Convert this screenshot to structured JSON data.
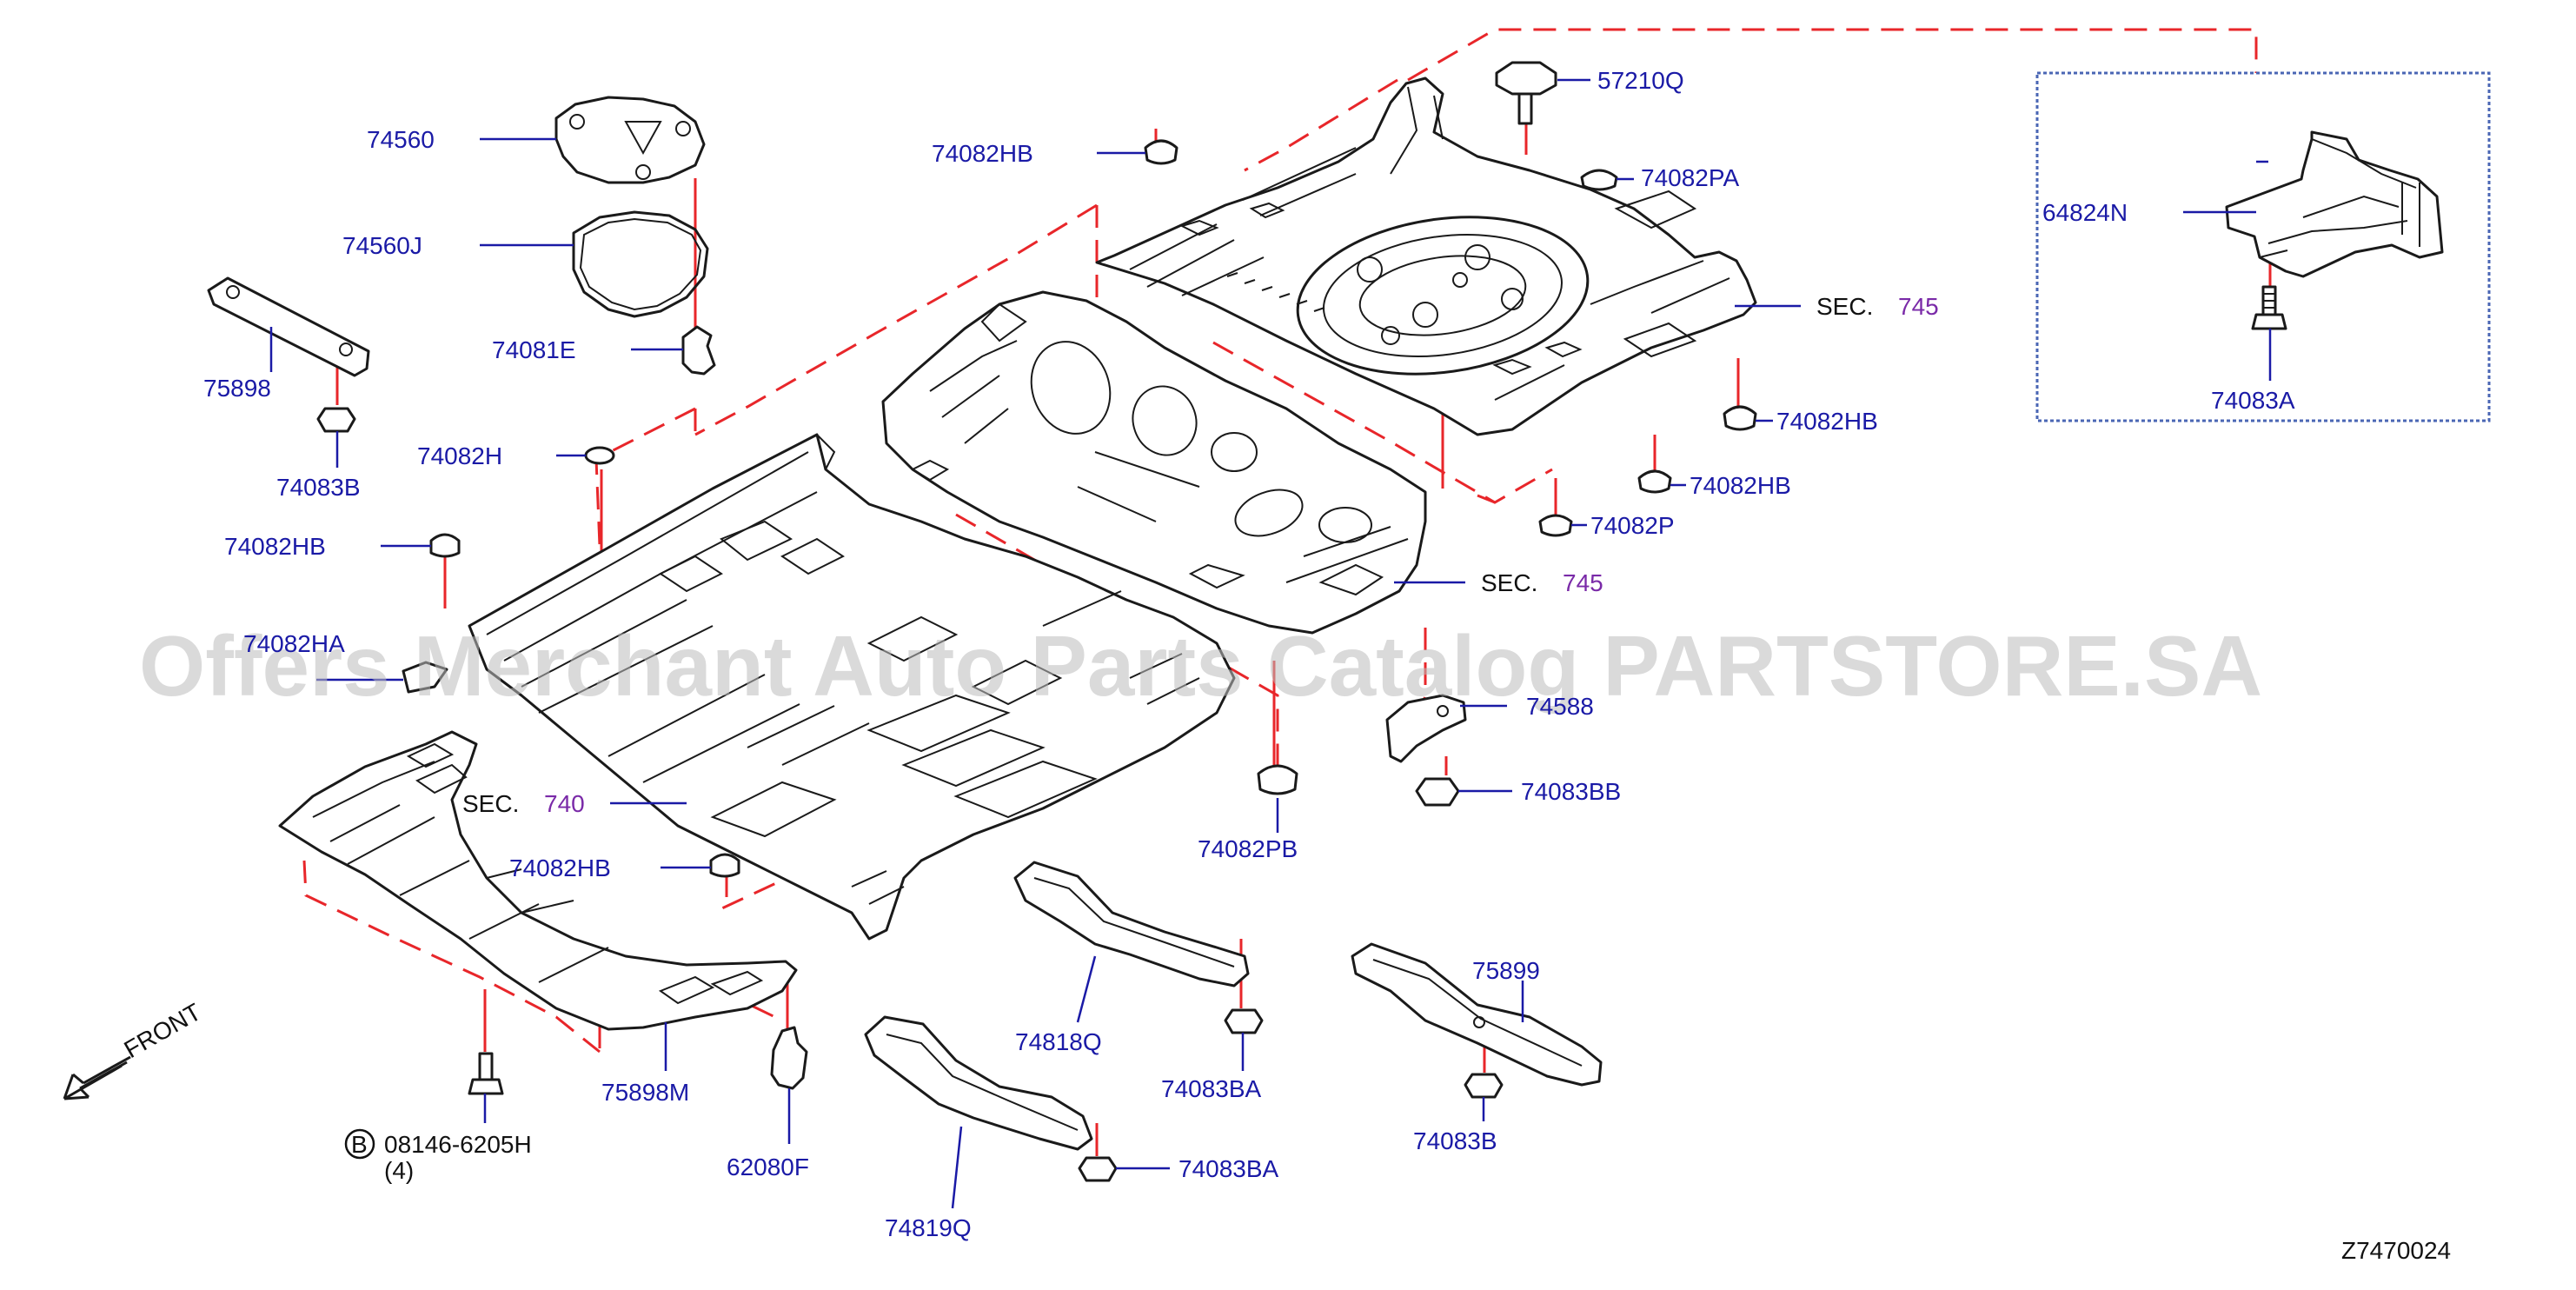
{
  "watermark": "Offers Merchant Auto Parts Catalog PARTSTORE.SA",
  "diagram_id": "Z7470024",
  "front_label": "FRONT",
  "section_refs": {
    "prefix": "SEC.",
    "rear_upper": "745",
    "rear_lower": "745",
    "front": "740"
  },
  "bolt_ref": {
    "badge": "B",
    "number": "08146-6205H",
    "qty": "(4)"
  },
  "parts": {
    "p74560": "74560",
    "p74560J": "74560J",
    "p74081E": "74081E",
    "p75898": "75898",
    "p74083B_left": "74083B",
    "p74082H": "74082H",
    "p74082HB_left": "74082HB",
    "p74082HA": "74082HA",
    "p74082HB_lower": "74082HB",
    "p75898M": "75898M",
    "p62080F": "62080F",
    "p74819Q": "74819Q",
    "p74083BA_lower": "74083BA",
    "p74818Q": "74818Q",
    "p74083BA_mid": "74083BA",
    "p74082PB": "74082PB",
    "p74588": "74588",
    "p74083BB": "74083BB",
    "p75899": "75899",
    "p74083B_right": "74083B",
    "p74082HB_top": "74082HB",
    "p57210Q": "57210Q",
    "p74082PA": "74082PA",
    "p74082HB_right1": "74082HB",
    "p74082HB_right2": "74082HB",
    "p74082P": "74082P",
    "p64824N": "64824N",
    "p74083A": "74083A"
  },
  "colors": {
    "label": "#1a1aa6",
    "dash": "#e8262a",
    "section_number": "#7a2aa8",
    "watermark": "#bdbdbd"
  }
}
